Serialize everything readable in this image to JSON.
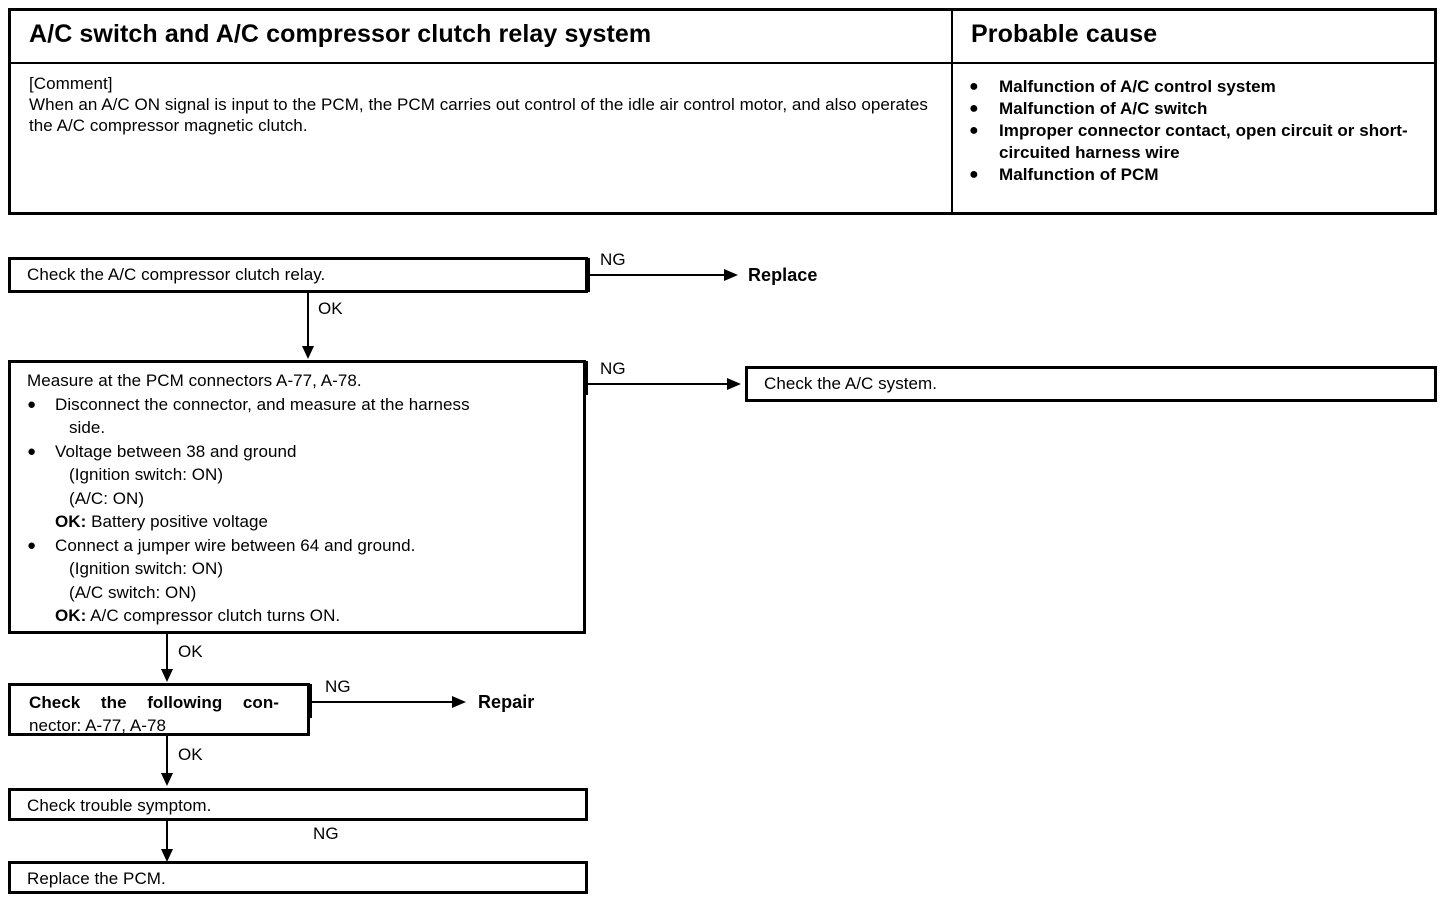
{
  "table": {
    "header_left": "A/C switch and A/C compressor clutch relay system",
    "header_right": "Probable cause",
    "comment_label": "[Comment]",
    "comment_text": "When an A/C ON signal is input to the PCM, the PCM carries out control of the idle air control motor, and also operates the A/C compressor magnetic clutch.",
    "causes": [
      "Malfunction of A/C control system",
      "Malfunction of A/C switch",
      "Improper connector contact, open circuit or short-circuited harness wire",
      "Malfunction of PCM"
    ],
    "bullet_glyph": "●"
  },
  "flow": {
    "step_relay": "Check the A/C compressor clutch relay.",
    "step_measure": {
      "title": "Measure at the PCM connectors A-77, A-78.",
      "item1": "Disconnect the connector, and measure at the harness",
      "item1_cont": "side.",
      "item2": "Voltage between 38 and ground",
      "item2_sub1": "(Ignition switch: ON)",
      "item2_sub2": "(A/C: ON)",
      "item2_ok_label": "OK:",
      "item2_ok_value": "Battery positive voltage",
      "item3": "Connect a jumper wire between 64 and ground.",
      "item3_sub1": "(Ignition switch: ON)",
      "item3_sub2": "(A/C switch: ON)",
      "item3_ok_label": "OK:",
      "item3_ok_value": "A/C compressor clutch turns ON.",
      "bullet_glyph": "●"
    },
    "step_acsystem": "Check the A/C system.",
    "step_connector_line1": "Check the following con-",
    "step_connector_line2": "nector: A-77, A-78",
    "step_symptom": "Check trouble symptom.",
    "step_replace_pcm": "Replace the PCM.",
    "labels": {
      "ng_relay": "NG",
      "ok_relay": "OK",
      "ng_measure": "NG",
      "ok_measure": "OK",
      "ng_connector": "NG",
      "ok_connector": "OK",
      "ng_symptom": "NG"
    },
    "terminals": {
      "replace": "Replace",
      "repair": "Repair"
    }
  },
  "colors": {
    "ink": "#000000",
    "paper": "#ffffff"
  }
}
